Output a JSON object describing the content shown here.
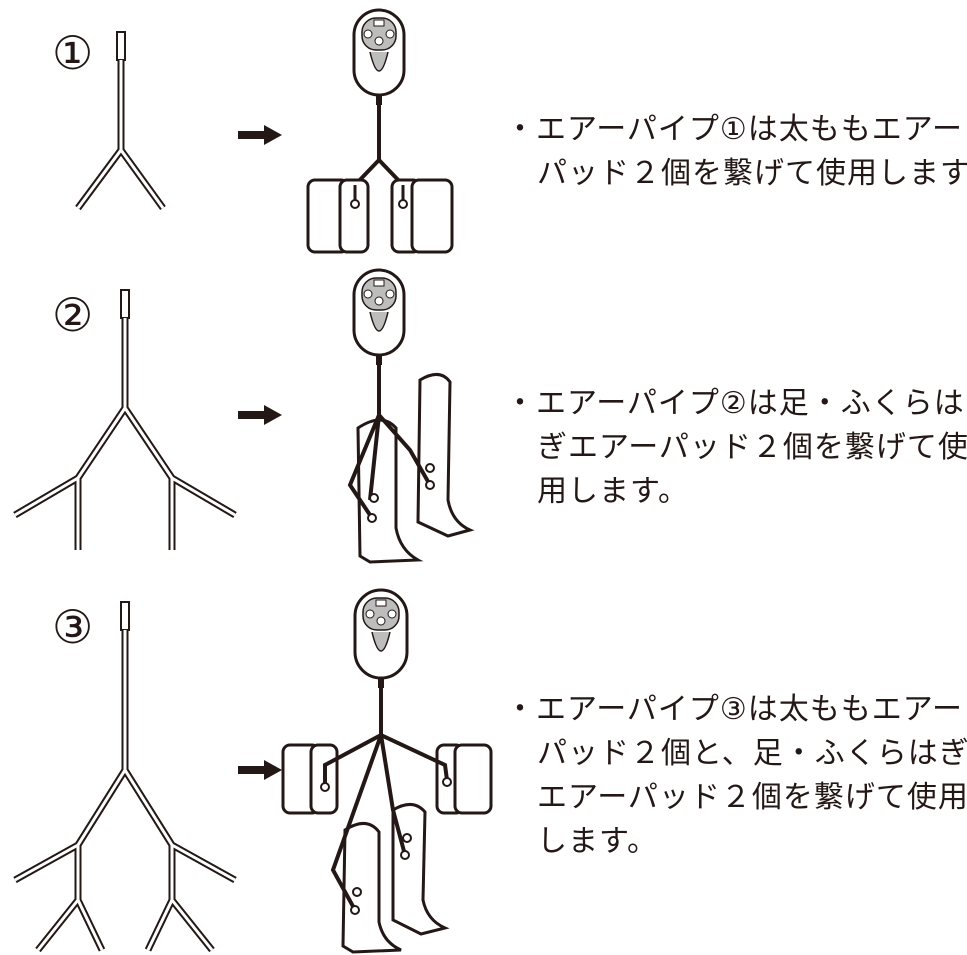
{
  "rows": [
    {
      "marker": "①",
      "bullet": "・",
      "lines": [
        "エアーパイプ①は太ももエアー",
        "パッド２個を繋げて使用します。"
      ]
    },
    {
      "marker": "②",
      "bullet": "・",
      "lines": [
        "エアーパイプ②は足・ふくらは",
        "ぎエアーパッド２個を繋げて使",
        "用します。"
      ]
    },
    {
      "marker": "③",
      "bullet": "・",
      "lines": [
        "エアーパイプ③は太ももエアー",
        "パッド２個と、足・ふくらはぎ",
        "エアーパッド２個を繋げて使用",
        "します。"
      ]
    }
  ],
  "colors": {
    "ink": "#231815",
    "pipe_fill": "#ffffff",
    "controller_screen": "#bdbdbd"
  },
  "icons": [
    "arrow-right-icon",
    "controller-icon",
    "thigh-pad-icon",
    "calf-boot-icon",
    "air-pipe-icon"
  ]
}
